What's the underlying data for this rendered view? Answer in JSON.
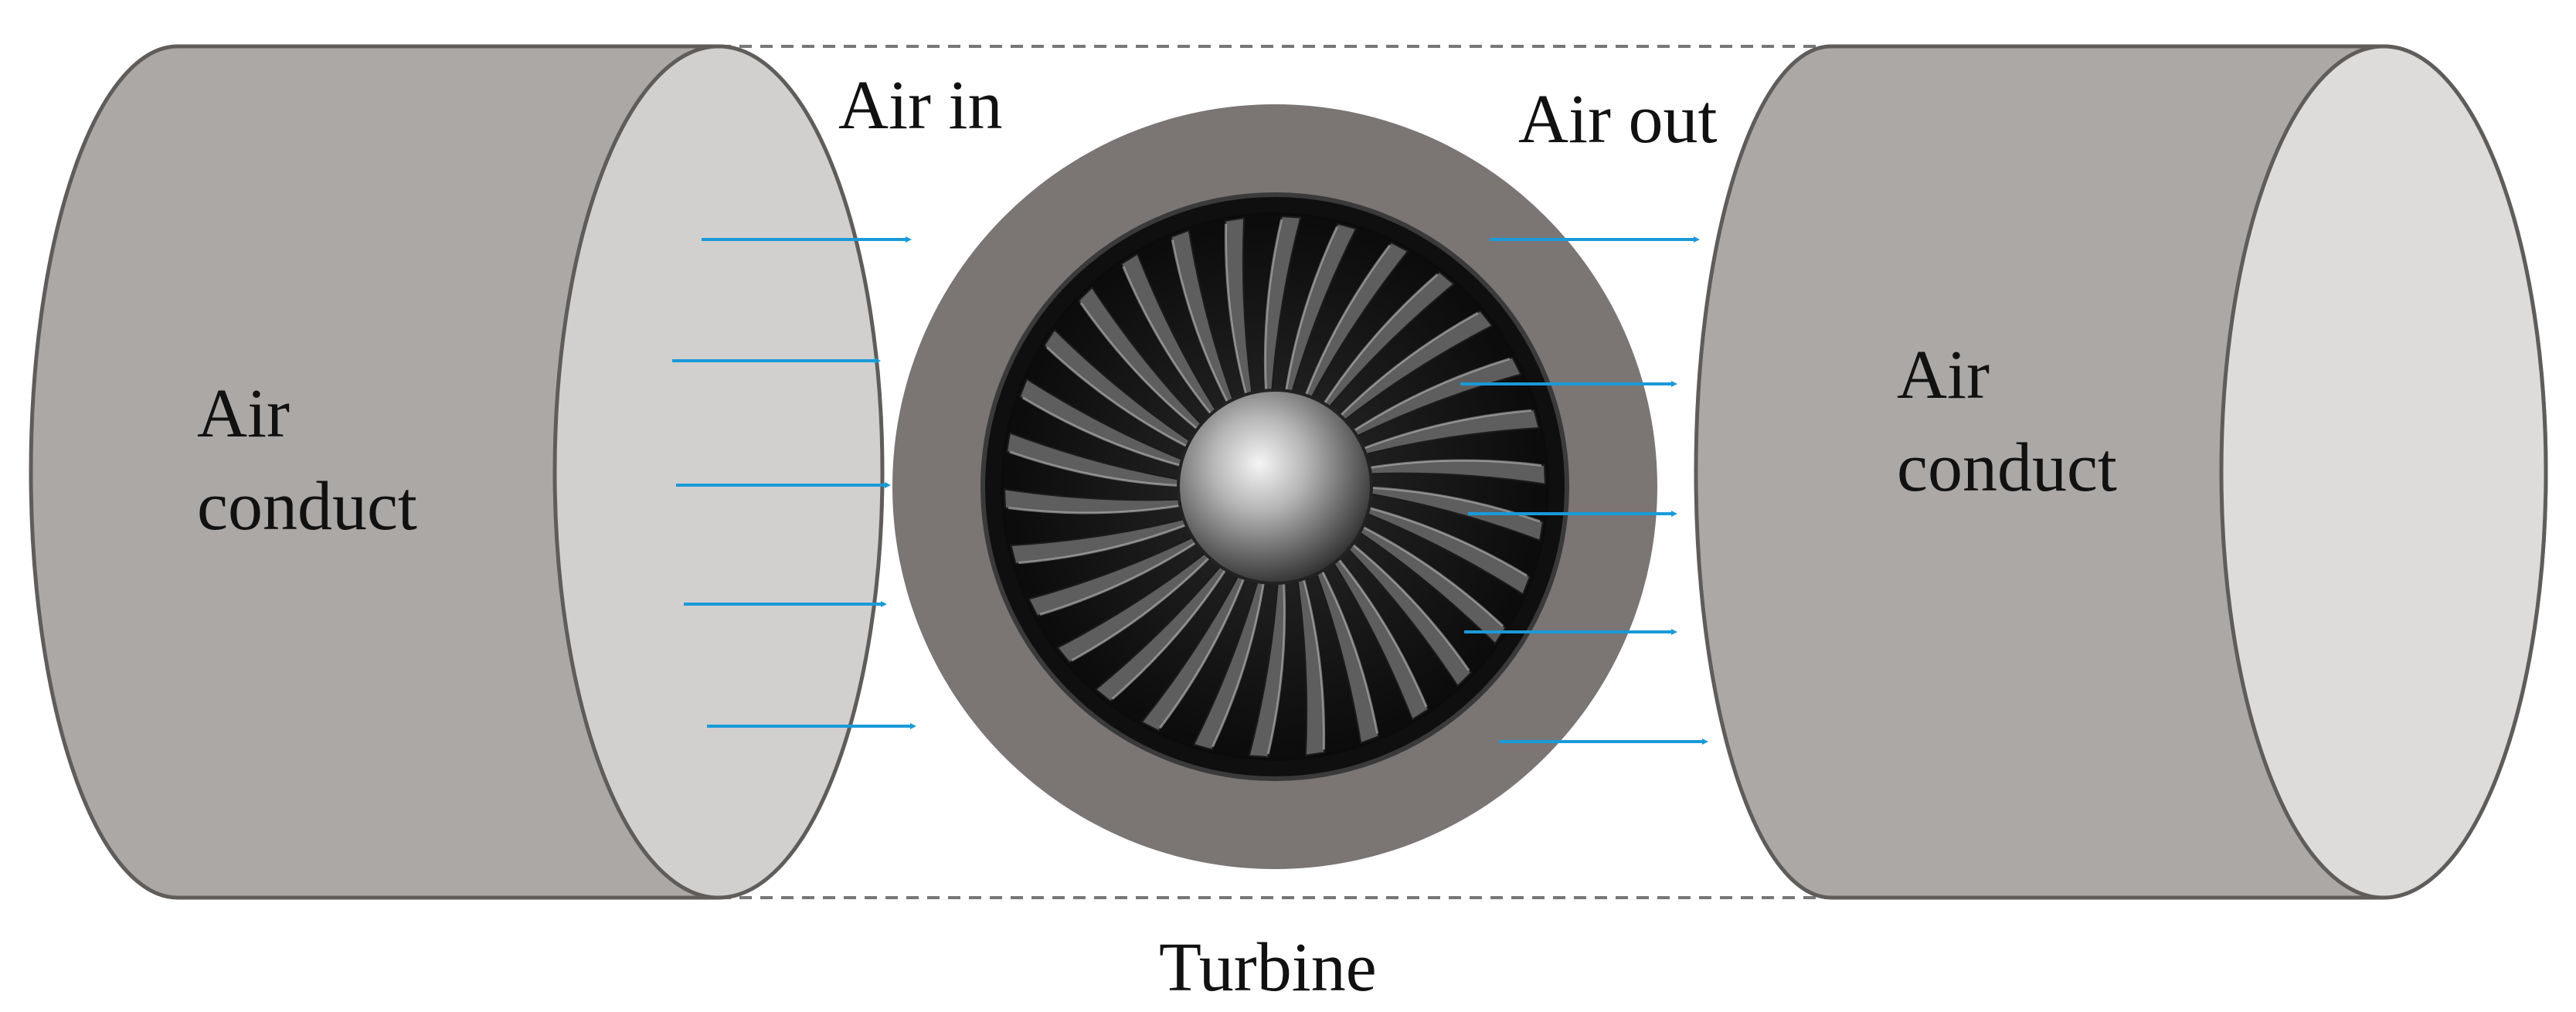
{
  "labels": {
    "air_in": "Air in",
    "air_out": "Air out",
    "turbine": "Turbine",
    "left_conduct_line1": "Air",
    "left_conduct_line2": "conduct",
    "right_conduct_line1": "Air",
    "right_conduct_line2": "conduct"
  },
  "colors": {
    "cylinder_body": "#aca8a6",
    "left_cylinder_face": "#d2d0cf",
    "right_cylinder_face": "#dedcdb",
    "outline": "#5f5c5a",
    "dashed_outline": "#777777",
    "turbine_casing": "#7b7574",
    "turbine_inner": "#111111",
    "blade": "#5e5e5e",
    "blade_highlight": "#c4c4c4",
    "hub": "#b9b9b9",
    "arrow": "#1a9ad8"
  },
  "icons": {
    "flow_arrow": "flow-arrow-icon",
    "fan": "turbine-fan-icon"
  }
}
